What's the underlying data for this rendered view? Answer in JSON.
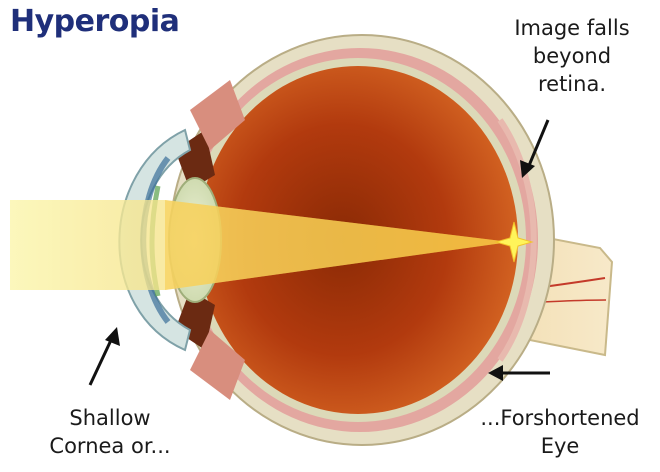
{
  "title": "Hyperopia",
  "labels": {
    "image_falls": [
      "Image falls",
      "beyond",
      "retina."
    ],
    "shallow_cornea": [
      "Shallow",
      "Cornea or..."
    ],
    "forshortened_eye": [
      "...Forshortened",
      "Eye"
    ]
  },
  "colors": {
    "title": "#1f2f7a",
    "light_beam": "#f6f1a0",
    "eyeball_interior": "#b53a12",
    "sclera": "#e9e3c8",
    "focus_star": "#fff45a"
  }
}
